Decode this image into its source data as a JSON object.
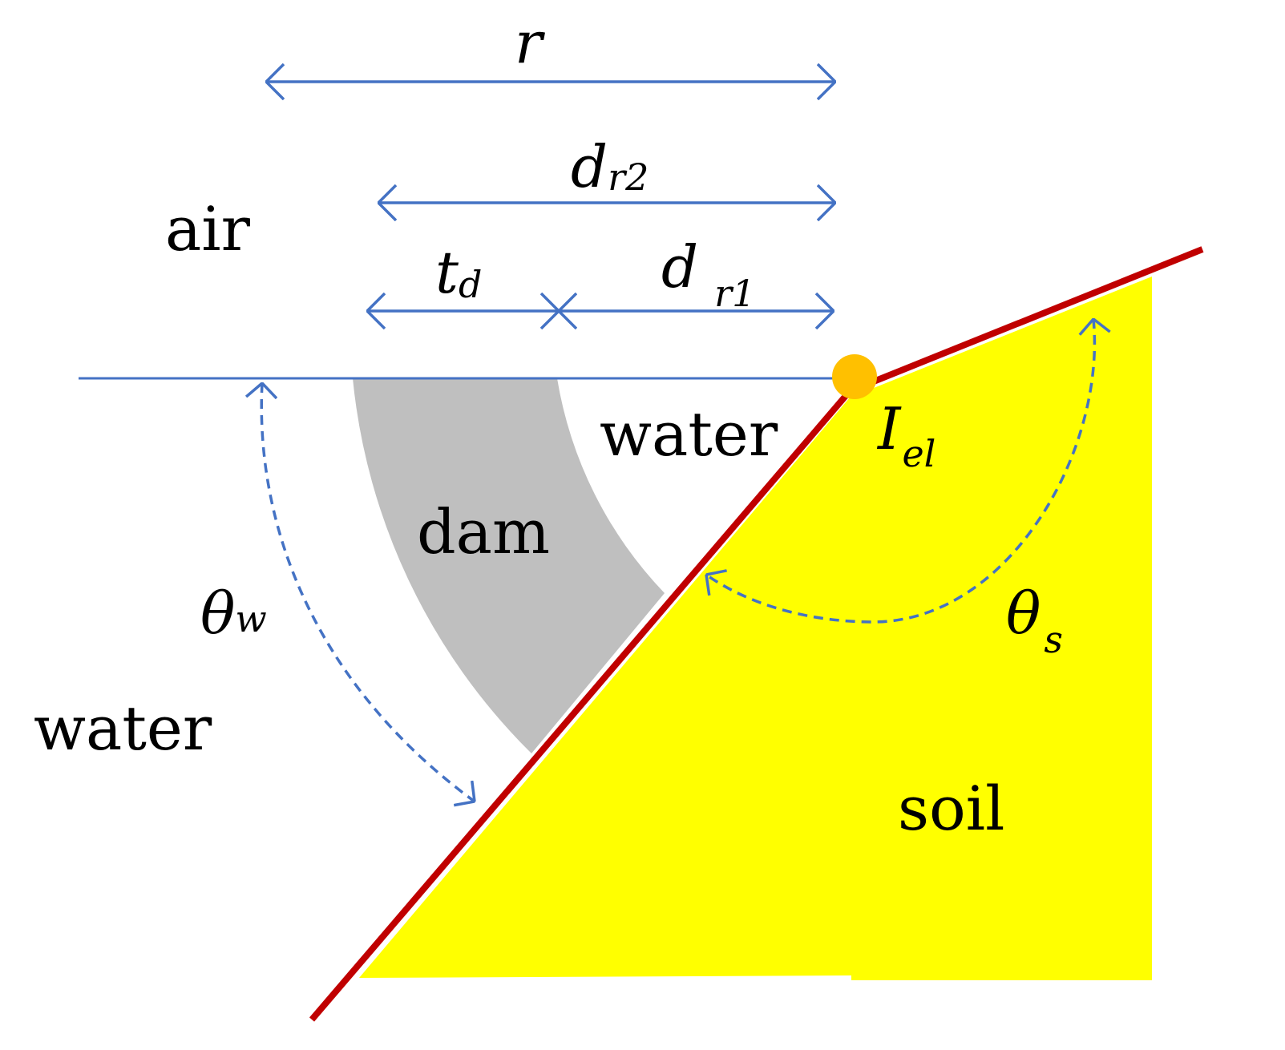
{
  "colors": {
    "dimension": "#4472c4",
    "interface": "#c00000",
    "soil": "#ffff00",
    "dam": "#bfbfbf",
    "electrode": "#ffc000",
    "text": "#000000"
  },
  "regions": {
    "air": "air",
    "water_upstream": "water",
    "water_downstream": "water",
    "dam": "dam",
    "soil": "soil"
  },
  "dimensions": {
    "r": {
      "symbol": "r",
      "subscript": ""
    },
    "dr2": {
      "symbol": "d",
      "subscript": "r2"
    },
    "td": {
      "symbol": "t",
      "subscript": "d"
    },
    "dr1": {
      "symbol": "d",
      "subscript": "r1"
    }
  },
  "angles": {
    "theta_w": {
      "symbol": "θ",
      "subscript": "w"
    },
    "theta_s": {
      "symbol": "θ",
      "subscript": "s"
    }
  },
  "electrode": {
    "symbol": "I",
    "subscript": "el"
  }
}
